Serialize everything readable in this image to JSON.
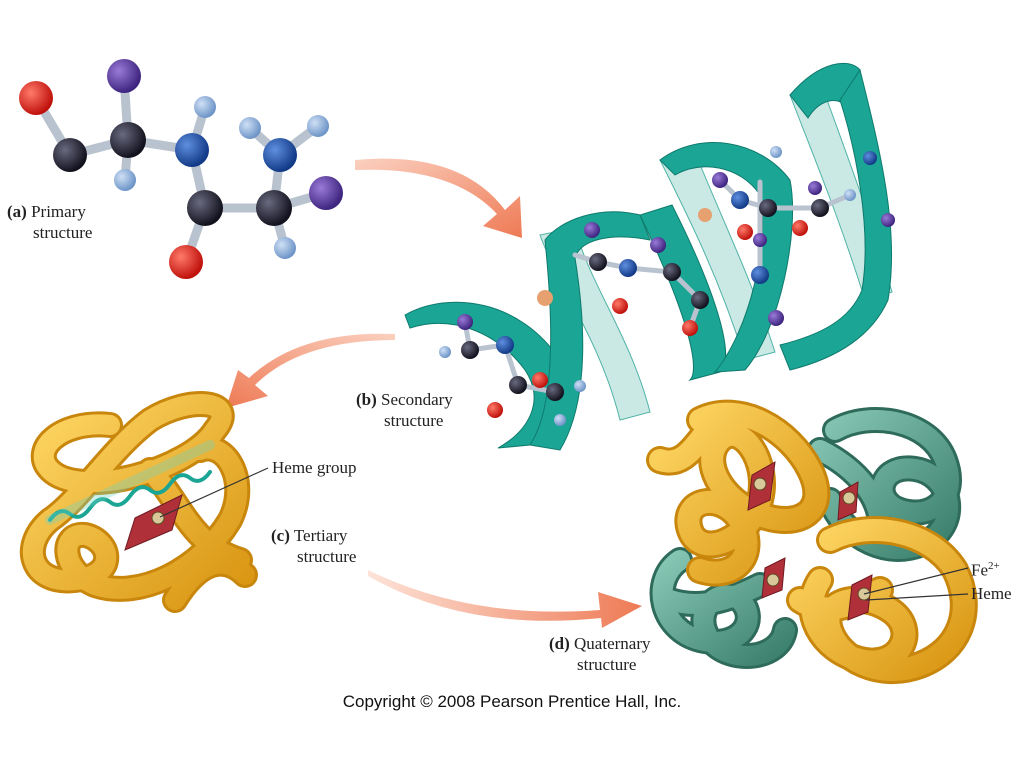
{
  "labels": {
    "a": {
      "letter": "(a)",
      "line1": "Primary",
      "line2": "structure"
    },
    "b": {
      "letter": "(b)",
      "line1": "Secondary",
      "line2": "structure"
    },
    "c": {
      "letter": "(c)",
      "line1": "Tertiary",
      "line2": "structure"
    },
    "d": {
      "letter": "(d)",
      "line1": "Quaternary",
      "line2": "structure"
    },
    "heme_group": "Heme group",
    "fe_base": "Fe",
    "fe_charge": "2+",
    "heme": "Heme"
  },
  "copyright": "Copyright © 2008 Pearson Prentice Hall, Inc.",
  "colors": {
    "oxygen": "#e0201a",
    "nitrogen": "#1c4fa8",
    "carbon": "#2a2a3c",
    "side_chain": "#5b3a9e",
    "hydrogen": "#8fb3dd",
    "ribbon": "#1fa89a",
    "tube": "#f0bb2a",
    "tube_alt": "#4f9a86",
    "heme": "#b0303a",
    "arrow": "#f08a6a"
  }
}
